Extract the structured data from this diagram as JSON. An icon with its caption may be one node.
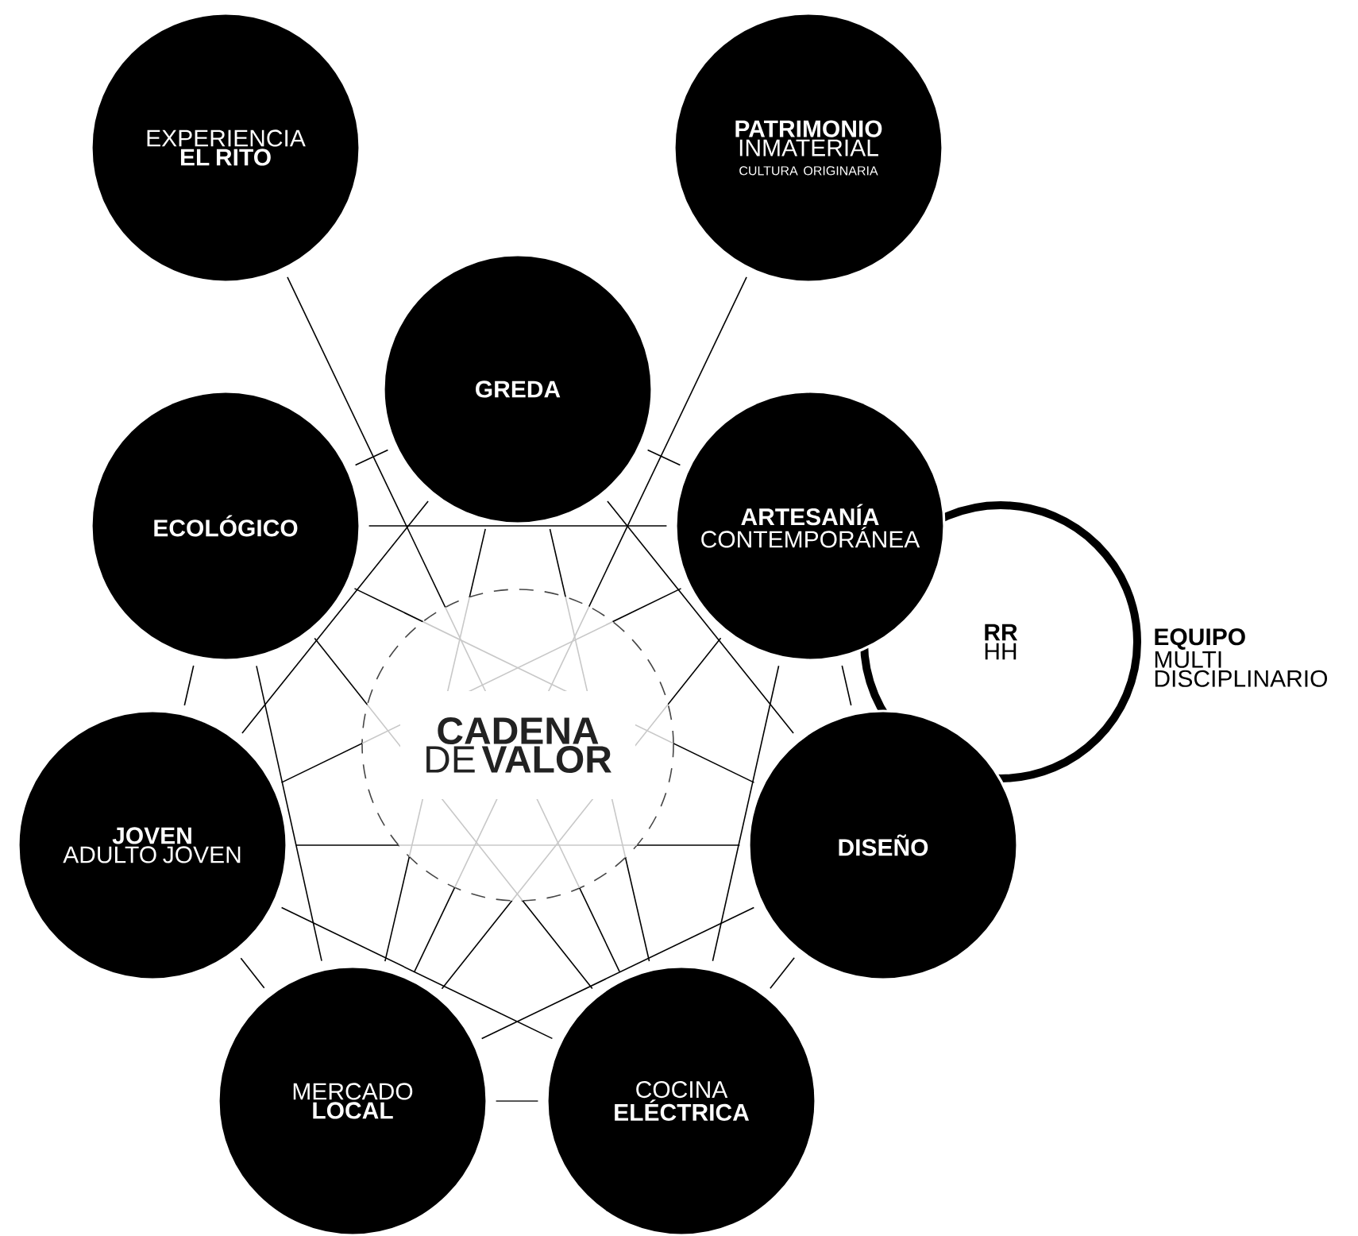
{
  "diagram": {
    "nodes": [
      {
        "text": [
          "EXPERIENCIA",
          "EL RITO"
        ]
      },
      {
        "text": [
          "PATRIMONIO",
          "INMATERIAL",
          "CULTURA ORIGINARIA"
        ]
      },
      {
        "text": [
          "GREDA"
        ]
      },
      {
        "text": [
          "ECOLÓGICO"
        ]
      },
      {
        "text": [
          "ARTESANÍA",
          "CONTEMPORÁNEA"
        ]
      },
      {
        "text": [
          "RR",
          "HH"
        ],
        "beside": [
          "EQUIPO",
          "MULTI DISCIPLINARIO"
        ]
      },
      {
        "text": [
          "JOVEN",
          "ADULTO JOVEN"
        ]
      },
      {
        "text": [
          "DISEÑO"
        ]
      },
      {
        "text": [
          "MERCADO",
          "LOCAL"
        ]
      },
      {
        "text": [
          "COCINA",
          "ELÉCTRICA"
        ]
      }
    ],
    "edges": [
      {
        "from": 0,
        "to": 9,
        "arrow": "none"
      },
      {
        "from": 1,
        "to": 8,
        "arrow": "none"
      },
      {
        "from": 2,
        "to": 3,
        "arrow": "none"
      },
      {
        "from": 2,
        "to": 4,
        "arrow": "none"
      },
      {
        "from": 2,
        "to": 6,
        "arrow": "none"
      },
      {
        "from": 2,
        "to": 7,
        "arrow": "none"
      },
      {
        "from": 2,
        "to": 8,
        "arrow": "none"
      },
      {
        "from": 2,
        "to": 9,
        "arrow": "none"
      },
      {
        "from": 3,
        "to": 4,
        "arrow": "none"
      },
      {
        "from": 3,
        "to": 6,
        "arrow": "none"
      },
      {
        "from": 3,
        "to": 7,
        "arrow": "none"
      },
      {
        "from": 3,
        "to": 8,
        "arrow": "none"
      },
      {
        "from": 3,
        "to": 9,
        "arrow": "none"
      },
      {
        "from": 4,
        "to": 6,
        "arrow": "none"
      },
      {
        "from": 4,
        "to": 7,
        "arrow": "none"
      },
      {
        "from": 4,
        "to": 8,
        "arrow": "none"
      },
      {
        "from": 4,
        "to": 9,
        "arrow": "none"
      },
      {
        "from": 6,
        "to": 7,
        "arrow": "none"
      },
      {
        "from": 6,
        "to": 8,
        "arrow": "none"
      },
      {
        "from": 6,
        "to": 9,
        "arrow": "none"
      },
      {
        "from": 7,
        "to": 8,
        "arrow": "none"
      },
      {
        "from": 7,
        "to": 9,
        "arrow": "none"
      },
      {
        "from": 8,
        "to": 9,
        "arrow": "none"
      }
    ],
    "labels": [
      "**CADENA** DE **VALOR**"
    ]
  }
}
